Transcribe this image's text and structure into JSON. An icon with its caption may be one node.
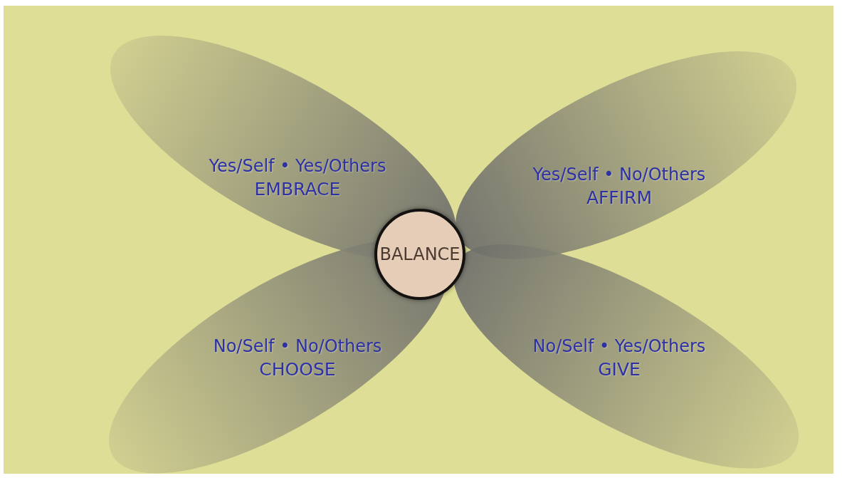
{
  "diagram": {
    "nodes": [
      {
        "text": [
          "Yes/Self • Yes/Others",
          "EMBRACE"
        ]
      },
      {
        "text": [
          "Yes/Self • No/Others",
          "AFFIRM"
        ]
      },
      {
        "text": [
          "BALANCE"
        ]
      },
      {
        "text": [
          "No/Self • No/Others",
          "CHOOSE"
        ]
      },
      {
        "text": [
          "No/Self • Yes/Others",
          "GIVE"
        ]
      }
    ]
  }
}
